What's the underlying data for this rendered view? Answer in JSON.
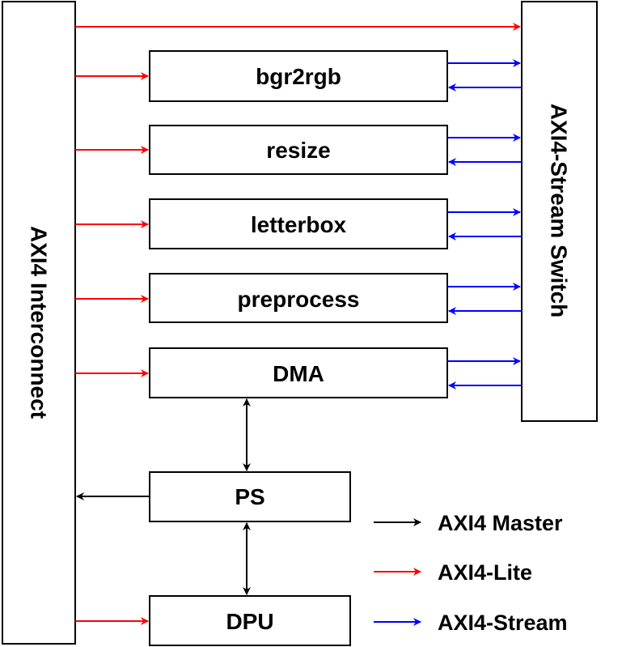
{
  "blocks": {
    "interconnect": "AXI4 Interconnect",
    "switch": "AXI4-Stream Switch",
    "bgr2rgb": "bgr2rgb",
    "resize": "resize",
    "letterbox": "letterbox",
    "preprocess": "preprocess",
    "dma": "DMA",
    "ps": "PS",
    "dpu": "DPU"
  },
  "legend": {
    "master": "AXI4 Master",
    "lite": "AXI4-Lite",
    "stream": "AXI4-Stream"
  },
  "colors": {
    "master": "#000000",
    "lite": "#ff0000",
    "stream": "#0000ff"
  }
}
